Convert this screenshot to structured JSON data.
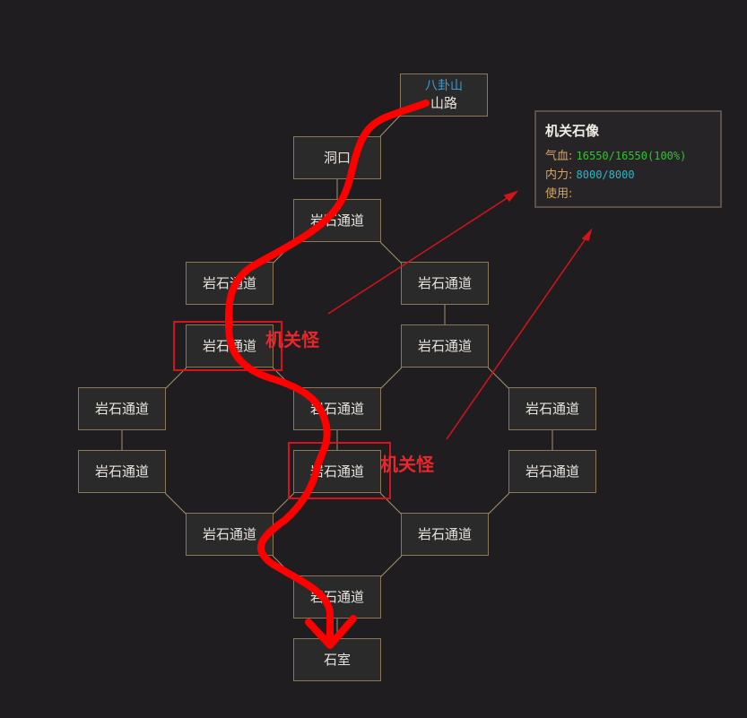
{
  "map": {
    "rooms": {
      "shanlu": {
        "zone": "八卦山",
        "name": "山路"
      },
      "dongkou": {
        "name": "洞口"
      },
      "r1": {
        "name": "岩石通道"
      },
      "r2l": {
        "name": "岩石通道"
      },
      "r2r": {
        "name": "岩石通道"
      },
      "r3l": {
        "name": "岩石通道"
      },
      "r3r": {
        "name": "岩石通道"
      },
      "r4a": {
        "name": "岩石通道"
      },
      "r4b": {
        "name": "岩石通道"
      },
      "r4c": {
        "name": "岩石通道"
      },
      "r5a": {
        "name": "岩石通道"
      },
      "r5b": {
        "name": "岩石通道"
      },
      "r5c": {
        "name": "岩石通道"
      },
      "r6l": {
        "name": "岩石通道"
      },
      "r6r": {
        "name": "岩石通道"
      },
      "r7": {
        "name": "岩石通道"
      },
      "shishi": {
        "name": "石室"
      }
    }
  },
  "annotations": {
    "monster_label_1": "机关怪",
    "monster_label_2": "机关怪",
    "accent_color": "#e8262c"
  },
  "tooltip": {
    "title": "机关石像",
    "hp_label": "气血:",
    "hp_value": "16550/16550(100%)",
    "mp_label": "内力:",
    "mp_value": "8000/8000",
    "use_label": "使用:"
  }
}
